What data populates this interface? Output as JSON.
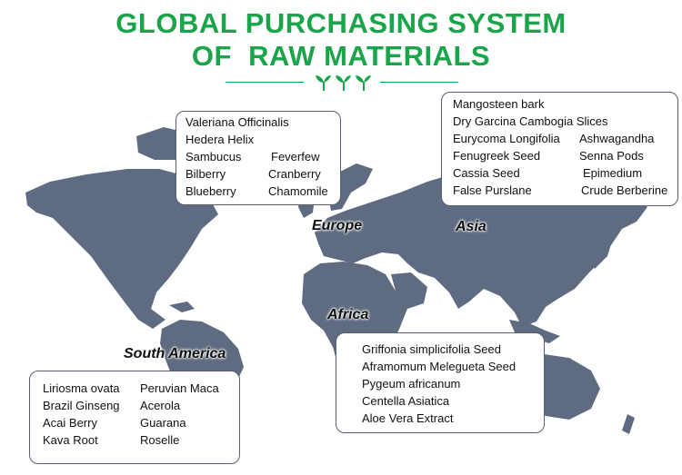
{
  "title": {
    "line1": "GLOBAL PURCHASING SYSTEM",
    "line2": "OF  RAW MATERIALS"
  },
  "decoration": {
    "icon": "sprout-icon",
    "color": "#1aa54b"
  },
  "map": {
    "land_color": "#5f6b80"
  },
  "regions": {
    "europe": "Europe",
    "asia": "Asia",
    "africa": "Africa",
    "south_america": "South America"
  },
  "boxes": {
    "europe": {
      "rows": [
        [
          "Valeriana Officinalis"
        ],
        [
          "Hedera Helix"
        ],
        [
          "Sambucus",
          "Feverfew"
        ],
        [
          "Bilberry",
          "Cranberry"
        ],
        [
          "Blueberry",
          "Chamomile"
        ]
      ]
    },
    "asia": {
      "rows": [
        [
          "Mangosteen bark"
        ],
        [
          "Dry Garcina Cambogia Slices"
        ],
        [
          "Eurycoma Longifolia",
          "Ashwagandha"
        ],
        [
          "Fenugreek Seed",
          "Senna Pods"
        ],
        [
          "Cassia Seed",
          "Epimedium"
        ],
        [
          "False Purslane",
          "Crude Berberine"
        ]
      ]
    },
    "africa": {
      "rows": [
        [
          "Griffonia simplicifolia Seed"
        ],
        [
          "Aframomum Melegueta Seed"
        ],
        [
          "Pygeum africanum"
        ],
        [
          "Centella Asiatica"
        ],
        [
          "Aloe Vera Extract"
        ]
      ]
    },
    "south_america": {
      "rows": [
        [
          "Liriosma ovata",
          "Peruvian Maca"
        ],
        [
          "Brazil Ginseng",
          "Acerola"
        ],
        [
          "Acai Berry",
          "Guarana"
        ],
        [
          "Kava Root",
          "Roselle"
        ]
      ]
    }
  }
}
